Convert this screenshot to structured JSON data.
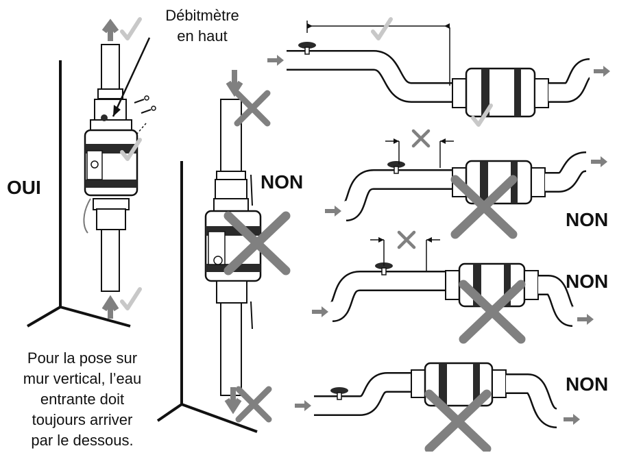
{
  "labels": {
    "flowmeter_line1": "Débitmètre",
    "flowmeter_line2": "en haut",
    "yes": "OUI",
    "no": "NON",
    "note_lines": [
      "Pour la pose sur",
      "mur vertical, l’eau",
      "entrante doit",
      "toujours arriver",
      "par le dessous."
    ]
  },
  "colors": {
    "ink": "#111111",
    "mark": "#808080",
    "check": "#c8c8c8",
    "device": "#2a2a2a"
  },
  "icons": [
    "arrow-icon",
    "check-icon",
    "cross-icon",
    "valve-handwheel-icon",
    "electrolysis-cell-icon"
  ]
}
